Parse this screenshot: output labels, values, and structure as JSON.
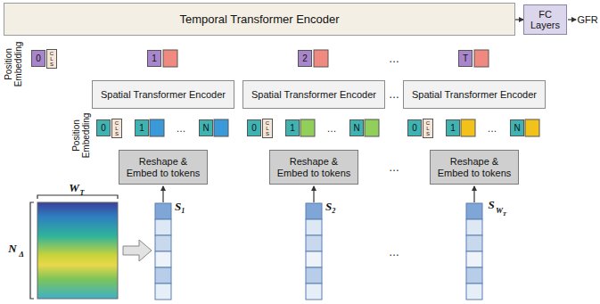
{
  "diagram": {
    "nodes": [
      {
        "text": [
          "Temporal Transformer Encoder"
        ]
      },
      {
        "text": [
          "FC Layers"
        ]
      },
      {
        "text": [
          "0"
        ]
      },
      {
        "text": [
          "CLS"
        ]
      },
      {
        "text": [
          "1"
        ]
      },
      {
        "text": [
          "2"
        ]
      },
      {
        "text": [
          "T"
        ]
      },
      {
        "text": [
          "Spatial Transformer Encoder"
        ]
      },
      {
        "text": [
          "0"
        ]
      },
      {
        "text": [
          "CLS"
        ]
      },
      {
        "text": [
          "1"
        ]
      },
      {
        "text": [
          "N"
        ]
      },
      {
        "text": [
          "Spatial Transformer Encoder"
        ]
      },
      {
        "text": [
          "0"
        ]
      },
      {
        "text": [
          "CLS"
        ]
      },
      {
        "text": [
          "1"
        ]
      },
      {
        "text": [
          "N"
        ]
      },
      {
        "text": [
          "Spatial Transformer Encoder"
        ]
      },
      {
        "text": [
          "0"
        ]
      },
      {
        "text": [
          "CLS"
        ]
      },
      {
        "text": [
          "1"
        ]
      },
      {
        "text": [
          "N"
        ]
      },
      {
        "text": [
          "Reshape & Embed to tokens"
        ]
      },
      {
        "text": [
          "Reshape & Embed to tokens"
        ]
      },
      {
        "text": [
          "Reshape & Embed to tokens"
        ]
      }
    ],
    "edges": [
      {
        "from": 0,
        "to": 1,
        "arrow": "to"
      }
    ],
    "labels": [
      "Position Embedding",
      "Position Embedding",
      "GFR",
      "…",
      "…",
      "…",
      "…",
      "…",
      "…",
      "…",
      "W",
      "T",
      "N",
      "Δ",
      "S₁",
      "S₂",
      "S",
      "W",
      "T"
    ]
  }
}
